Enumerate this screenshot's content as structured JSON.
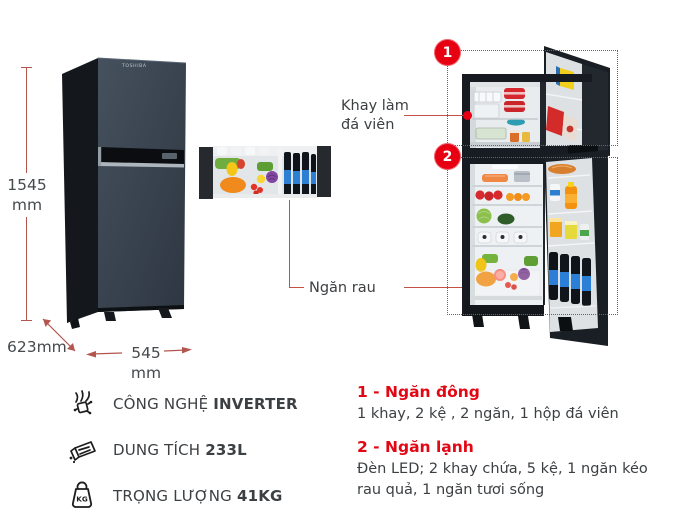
{
  "brand": "TOSHIBA",
  "colors": {
    "accent_red": "#e60012",
    "heading_red": "#e30613",
    "dotted_outline_red": "#e8301c",
    "dimension_line_red": "#b2564f",
    "text_dark": "#3c4043"
  },
  "dimensions": {
    "height_value": "1545",
    "height_unit": "mm",
    "depth": "623mm",
    "width_value": "545",
    "width_unit": "mm"
  },
  "callouts": {
    "badge_1": "1",
    "badge_2": "2",
    "ice_tray_label_line1": "Khay làm",
    "ice_tray_label_line2": "đá viên",
    "vegetable_label": "Ngăn rau"
  },
  "features": [
    {
      "icon": "inverter-circuit-icon",
      "text": "CÔNG NGHỆ ",
      "bold": "INVERTER"
    },
    {
      "icon": "capacity-box-icon",
      "text": "DUNG TÍCH ",
      "bold": "233L"
    },
    {
      "icon": "weight-kg-icon",
      "text": "TRỌNG LƯỢNG ",
      "bold": "41KG"
    }
  ],
  "weight_icon_label": "KG",
  "legend": [
    {
      "title": "1 - Ngăn đông",
      "desc": "1 khay, 2 kệ , 2 ngăn, 1 hộp đá viên"
    },
    {
      "title": "2 - Ngăn lạnh",
      "desc": "Đèn LED; 2 khay chứa, 5 kệ, 1 ngăn kéo rau quả, 1 ngăn tươi sống"
    }
  ]
}
